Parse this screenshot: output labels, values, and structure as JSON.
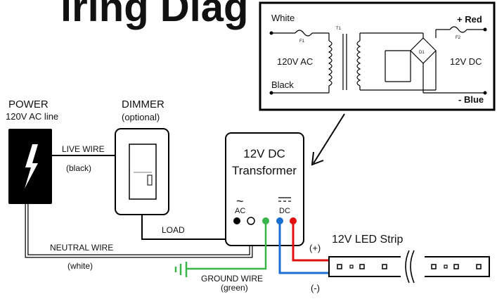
{
  "title": "iring Diag",
  "power": {
    "label": "POWER",
    "sublabel": "120V AC line"
  },
  "dimmer": {
    "label": "DIMMER",
    "sublabel": "(optional)"
  },
  "live_wire": {
    "label": "LIVE WIRE",
    "sublabel": "(black)"
  },
  "load_label": "LOAD",
  "neutral_wire": {
    "label": "NEUTRAL WIRE",
    "sublabel": "(white)"
  },
  "ground_wire": {
    "label": "GROUND WIRE",
    "sublabel": "(green)"
  },
  "transformer": {
    "line1": "12V DC",
    "line2": "Transformer",
    "ac_symbol": "~",
    "ac_label": "AC",
    "dc_label": "DC"
  },
  "led_strip": {
    "label": "12V LED Strip",
    "plus": "(+)",
    "minus": "(-)"
  },
  "schematic": {
    "white": "White",
    "ac": "120V AC",
    "black": "Black",
    "red": "+ Red",
    "dc": "12V DC",
    "blue": "- Blue",
    "f1": "F1",
    "t1": "T1",
    "f2": "F2",
    "d1": "D1"
  },
  "colors": {
    "red": "#e01010",
    "blue": "#1a6fd0",
    "green": "#3ab54a",
    "black": "#000000",
    "gray": "#9a9a9a"
  }
}
